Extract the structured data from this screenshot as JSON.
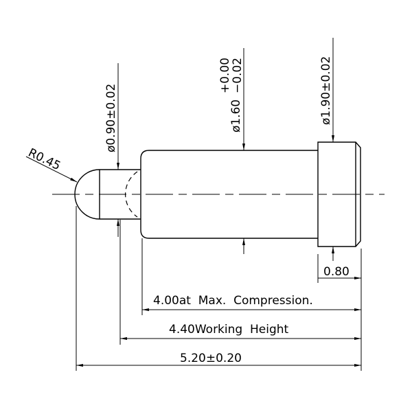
{
  "dimensions": {
    "tip_radius": "R0.45",
    "tip_diameter": "ø0.90±0.02",
    "body_diameter": "ø1.60",
    "body_tol_upper": "+0.00",
    "body_tol_lower": "−0.02",
    "flange_diameter": "ø1.90±0.02",
    "flange_length": "0.80",
    "max_compression": "4.00at  Max.  Compression.",
    "working_height": "4.40Working  Height",
    "total_length": "5.20±0.20"
  }
}
